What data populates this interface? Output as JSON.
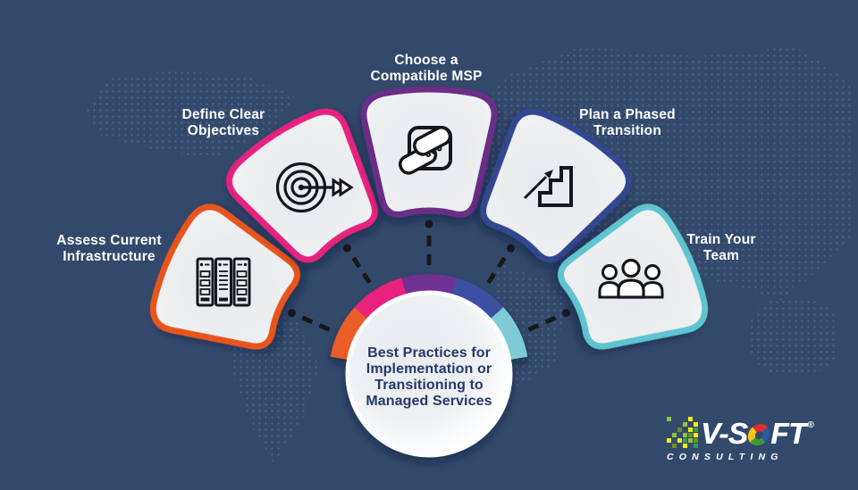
{
  "background": {
    "color": "#33496B",
    "map_dot_color": "#7492C0"
  },
  "title_circle": {
    "lines": [
      "Best Practices for",
      "Implementation or",
      "Transitioning to",
      "Managed Services"
    ],
    "text_color": "#24396B",
    "ring_colors": [
      "#EC5B27",
      "#E9247E",
      "#6F3092",
      "#3C50A2",
      "#7ECBD7"
    ]
  },
  "steps": [
    {
      "label_lines": [
        "Assess Current",
        "Infrastructure"
      ],
      "accent_color": "#E8541F",
      "icon": "server-rack-icon"
    },
    {
      "label_lines": [
        "Define Clear",
        "Objectives"
      ],
      "accent_color": "#E6217E",
      "icon": "target-dart-icon"
    },
    {
      "label_lines": [
        "Choose a",
        "Compatible MSP"
      ],
      "accent_color": "#6B2D87",
      "icon": "handshake-icon"
    },
    {
      "label_lines": [
        "Plan a Phased",
        "Transition"
      ],
      "accent_color": "#33478F",
      "icon": "stairs-growth-icon"
    },
    {
      "label_lines": [
        "Train Your",
        "Team"
      ],
      "accent_color": "#5EC4CF",
      "icon": "team-icon"
    }
  ],
  "connectors": {
    "color": "#17171B"
  },
  "logo": {
    "name_part1": "V-S",
    "name_part2": "FT",
    "registered_mark": "®",
    "subtitle": "CONSULTING",
    "o_colors": {
      "top": "#D6312B",
      "right": "#2D58A6",
      "bottom": "#3E9B3C",
      "left": "#F4C618"
    }
  }
}
